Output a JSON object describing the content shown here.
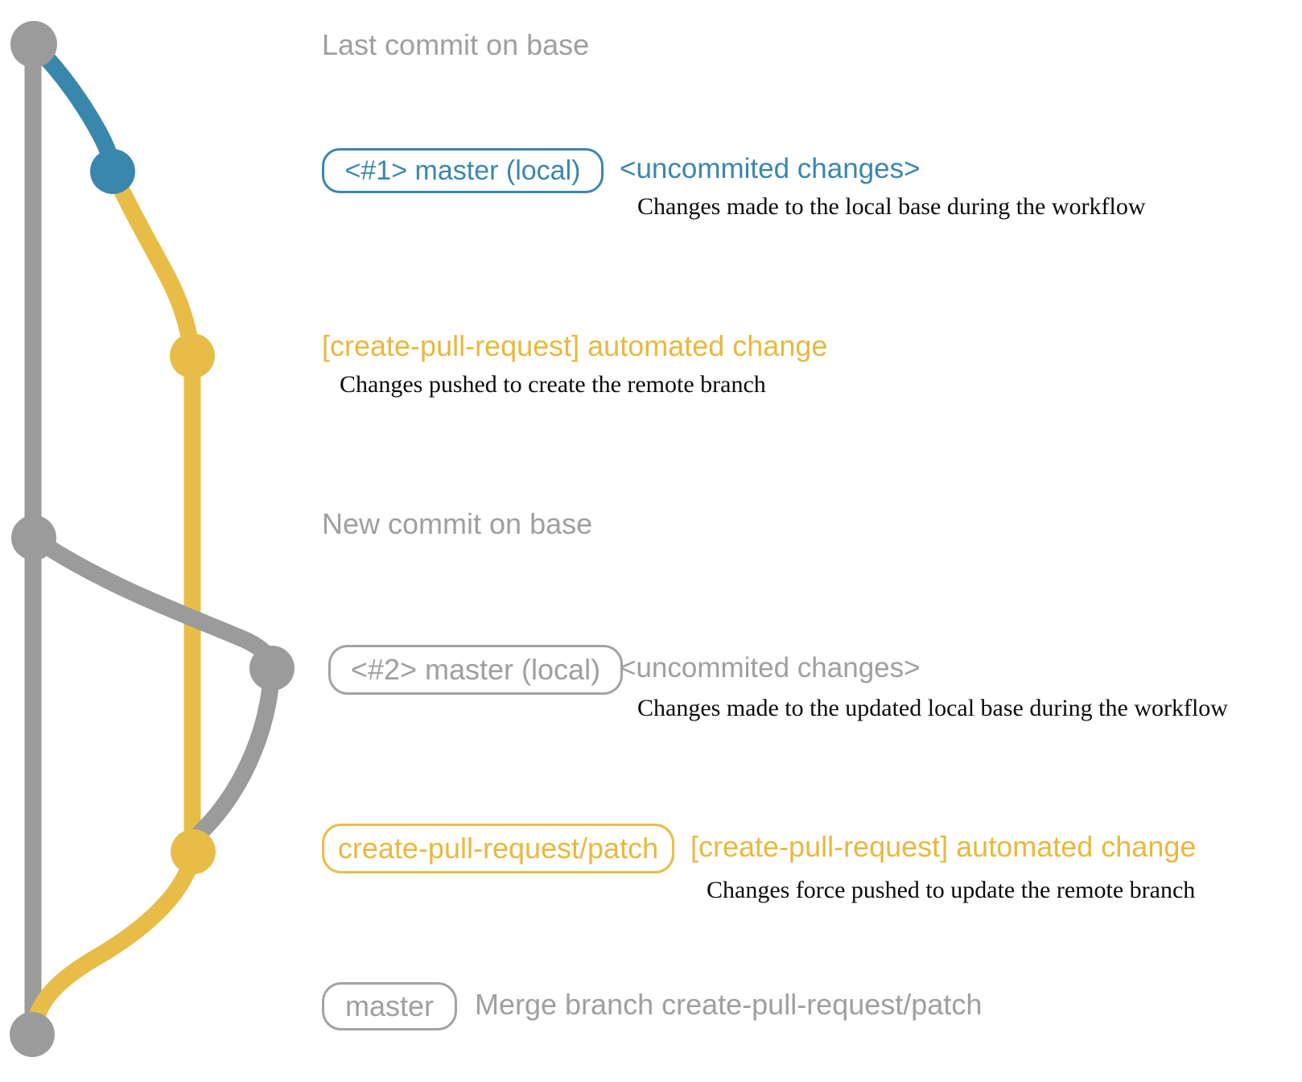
{
  "colors": {
    "gray": "#9b9b9b",
    "gray_text": "#9f9f9f",
    "blue": "#3a87ad",
    "yellow": "#e8bd47",
    "description_text": "#0b0b0b",
    "background": "#ffffff"
  },
  "graph": {
    "branches": [
      {
        "name": "base (master remote)",
        "color_key": "gray"
      },
      {
        "name": "master (local) #1",
        "color_key": "blue"
      },
      {
        "name": "create-pull-request/patch",
        "color_key": "yellow"
      },
      {
        "name": "master (local) #2",
        "color_key": "gray"
      }
    ],
    "commits": [
      {
        "id": "last-commit-on-base",
        "branch": "base",
        "color_key": "gray"
      },
      {
        "id": "local-1-uncommitted",
        "branch": "master-local-1",
        "color_key": "blue"
      },
      {
        "id": "patch-first-push",
        "branch": "create-pull-request/patch",
        "color_key": "yellow"
      },
      {
        "id": "new-commit-on-base",
        "branch": "base",
        "color_key": "gray"
      },
      {
        "id": "local-2-uncommitted",
        "branch": "master-local-2",
        "color_key": "gray"
      },
      {
        "id": "patch-force-push",
        "branch": "create-pull-request/patch",
        "color_key": "yellow"
      },
      {
        "id": "merge-commit",
        "branch": "base",
        "color_key": "gray"
      }
    ]
  },
  "rows": {
    "row1": {
      "label": "Last commit on base"
    },
    "row2": {
      "badge": "<#1> master (local)",
      "status": "<uncommited changes>",
      "description": "Changes made to the local base during the workflow"
    },
    "row3": {
      "commit_message": "[create-pull-request] automated change",
      "description": "Changes pushed to create the remote branch"
    },
    "row4": {
      "label": "New commit on base"
    },
    "row5": {
      "badge": "<#2> master (local)",
      "status": "<uncommited changes>",
      "description": "Changes made to the updated local base during the workflow"
    },
    "row6": {
      "badge": "create-pull-request/patch",
      "commit_message": "[create-pull-request] automated change",
      "description": "Changes force pushed to update the remote branch"
    },
    "row7": {
      "badge": "master",
      "commit_message": "Merge branch create-pull-request/patch"
    }
  }
}
